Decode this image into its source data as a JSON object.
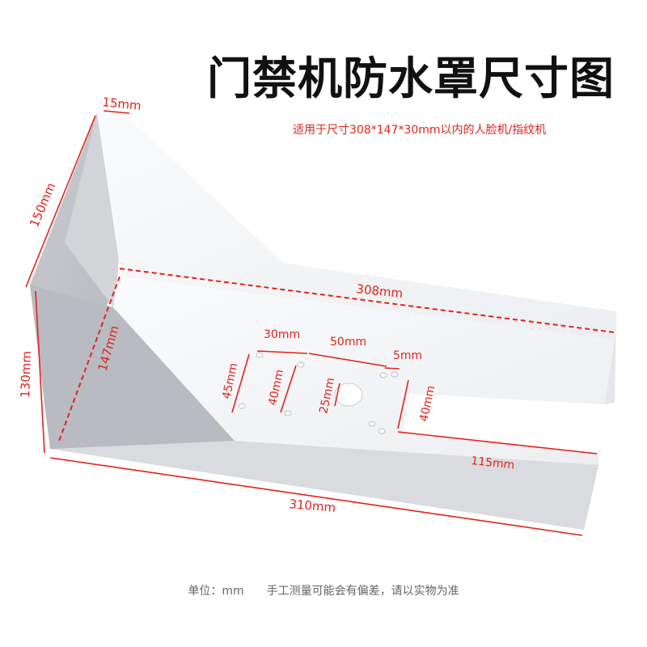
{
  "title": "门禁机防水罩尺寸图",
  "subtitle": "适用于尺寸308*147*30mm以内的人脸机/指纹机",
  "footer": {
    "unit": "单位：mm",
    "note": "手工测量可能会有偏差，请以实物为准"
  },
  "dimensions": {
    "top_depth": "15mm",
    "back_height": "150mm",
    "front_height": "130mm",
    "inner_width": "308mm",
    "inner_depth": "147mm",
    "bottom_width": "310mm",
    "hole_spacing_a": "30mm",
    "hole_spacing_b": "50mm",
    "hole_spacing_c": "5mm",
    "vertical_a": "45mm",
    "vertical_b": "40mm",
    "center_hole": "25mm",
    "slot_height": "40mm",
    "slot_length": "115mm"
  },
  "colors": {
    "dimension_line": "#e2231a",
    "dimension_text": "#e2231a",
    "title": "#111111",
    "plate": "#f4f5f7",
    "side_dark": "#b9bcc2",
    "side_light": "#d4d6da"
  }
}
